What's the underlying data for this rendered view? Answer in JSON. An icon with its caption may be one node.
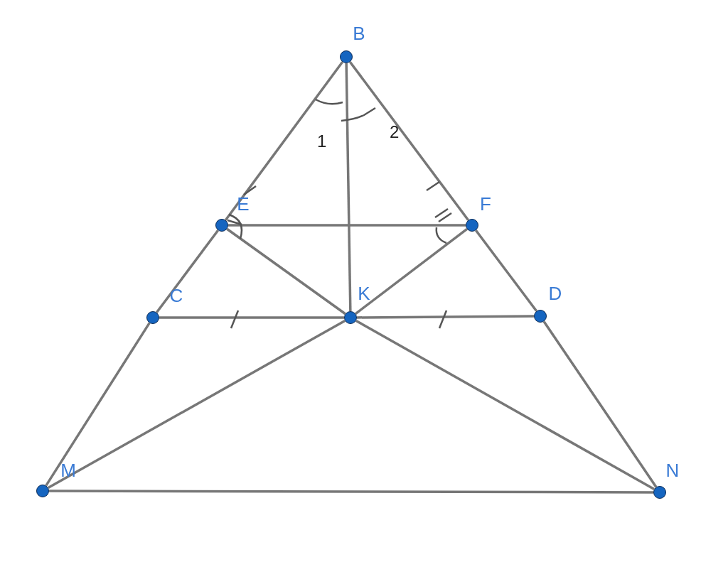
{
  "diagram": {
    "nodes": [
      {
        "text": [
          "B"
        ]
      },
      {
        "text": [
          "E"
        ]
      },
      {
        "text": [
          "F"
        ]
      },
      {
        "text": [
          "C"
        ]
      },
      {
        "text": [
          "K"
        ]
      },
      {
        "text": [
          "D"
        ]
      },
      {
        "text": [
          "M"
        ]
      },
      {
        "text": [
          "N"
        ]
      }
    ],
    "edges": [
      {
        "from": 0,
        "to": 1,
        "arrow": "none"
      },
      {
        "from": 0,
        "to": 4,
        "arrow": "none"
      },
      {
        "from": 0,
        "to": 2,
        "arrow": "none"
      },
      {
        "from": 1,
        "to": 2,
        "arrow": "none"
      },
      {
        "from": 1,
        "to": 3,
        "arrow": "none"
      },
      {
        "from": 1,
        "to": 4,
        "arrow": "none"
      },
      {
        "from": 2,
        "to": 4,
        "arrow": "none"
      },
      {
        "from": 2,
        "to": 5,
        "arrow": "none"
      },
      {
        "from": 3,
        "to": 4,
        "arrow": "none"
      },
      {
        "from": 4,
        "to": 5,
        "arrow": "none"
      },
      {
        "from": 3,
        "to": 6,
        "arrow": "none"
      },
      {
        "from": 5,
        "to": 7,
        "arrow": "none"
      },
      {
        "from": 6,
        "to": 4,
        "arrow": "none"
      },
      {
        "from": 4,
        "to": 7,
        "arrow": "none"
      },
      {
        "from": 6,
        "to": 7,
        "arrow": "none"
      }
    ],
    "labels": [
      "1",
      "2"
    ]
  }
}
